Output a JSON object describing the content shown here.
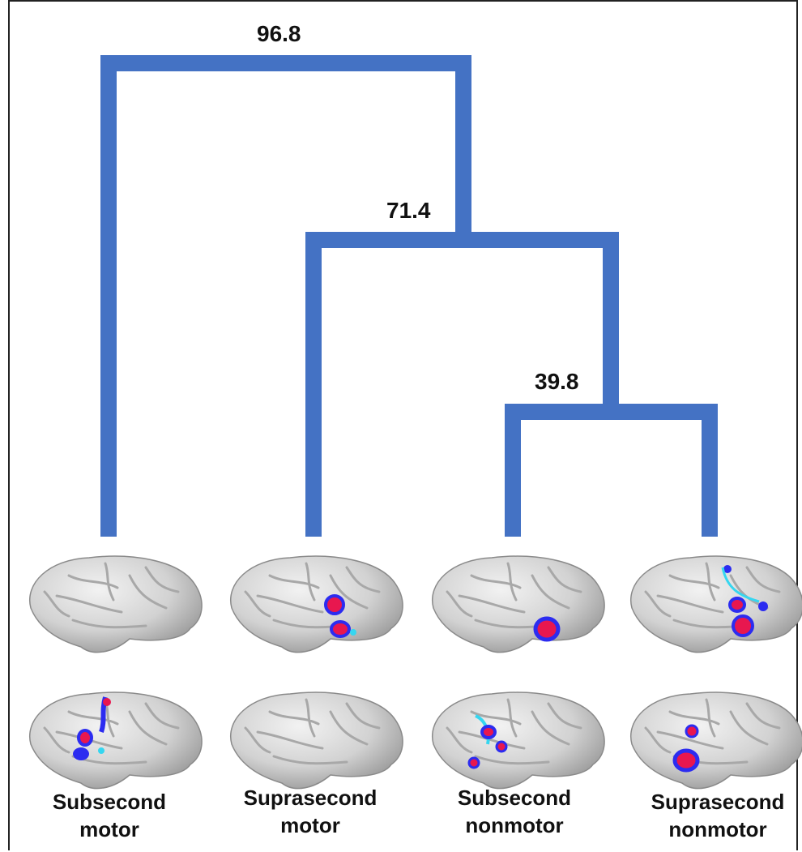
{
  "dendrogram": {
    "merges": [
      {
        "height": "96.8"
      },
      {
        "height": "71.4"
      },
      {
        "height": "39.8"
      }
    ],
    "leaves": [
      {
        "line1": "Subsecond",
        "line2": "motor"
      },
      {
        "line1": "Suprasecond",
        "line2": "motor"
      },
      {
        "line1": "Subsecond",
        "line2": "nonmotor"
      },
      {
        "line1": "Suprasecond",
        "line2": "nonmotor"
      }
    ],
    "branch_color": "#4472c4",
    "activation_colors": {
      "core": "#e8174f",
      "rim": "#2c2cf0",
      "halo": "#35d6f0"
    },
    "cortex_color": "#c9c9c9"
  }
}
